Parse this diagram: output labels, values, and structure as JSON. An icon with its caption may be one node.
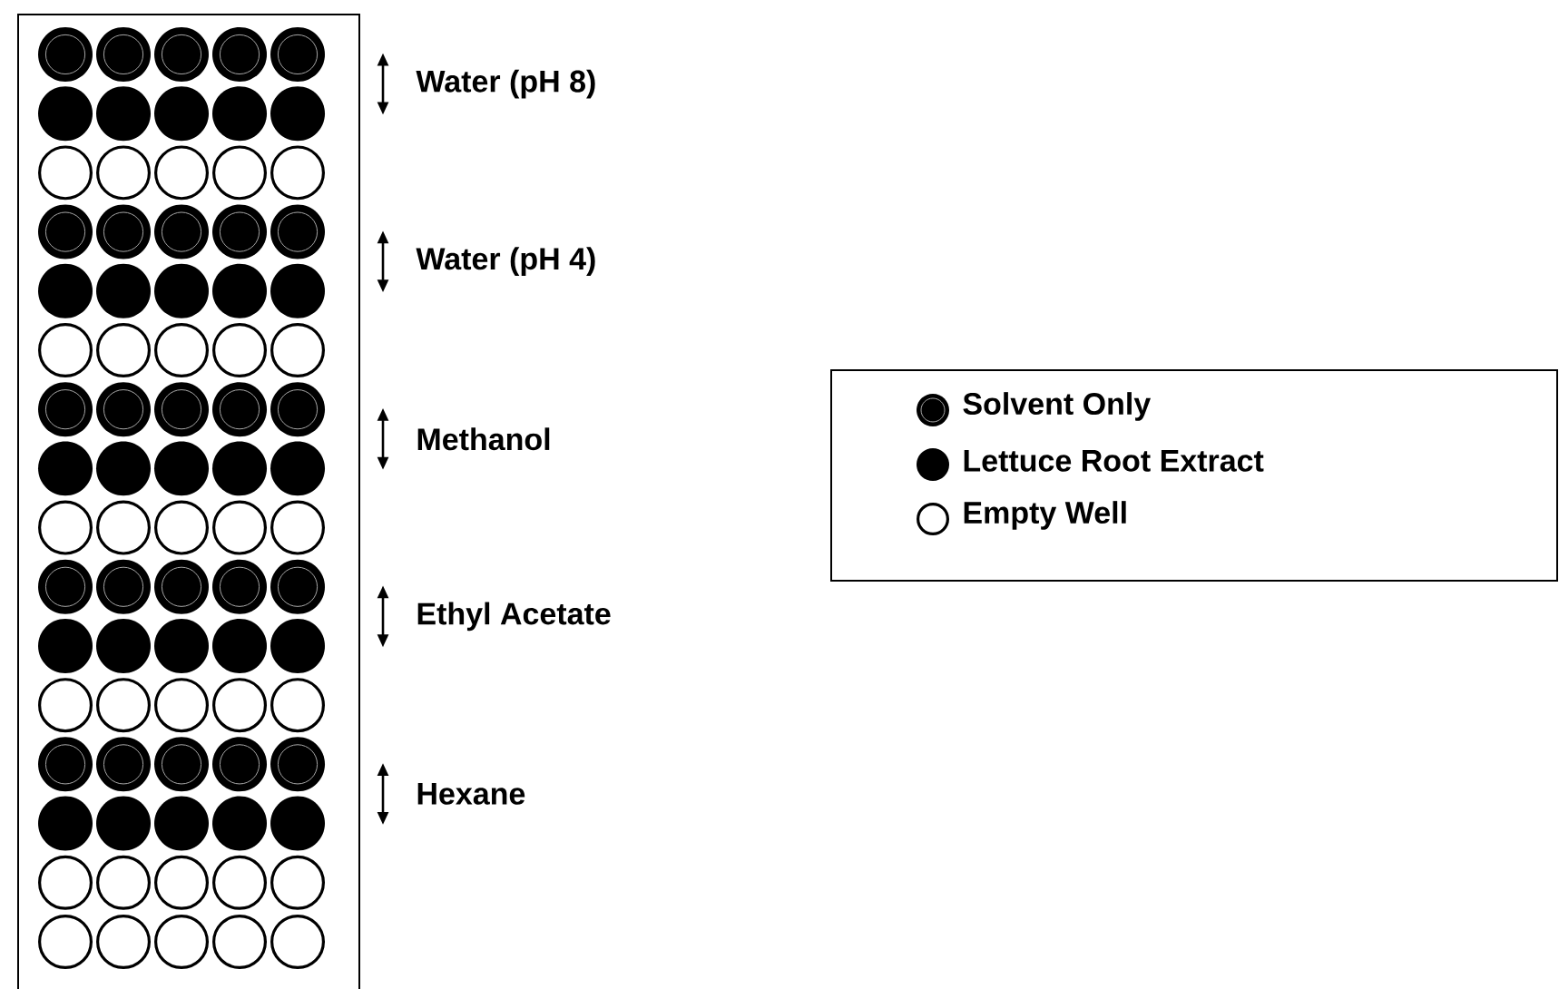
{
  "diagram": {
    "labels": [
      "Water (pH 8)",
      "Water (pH 4)",
      "Methanol",
      "Ethyl Acetate",
      "Hexane"
    ],
    "legend": [
      {
        "text": "Solvent Only"
      },
      {
        "text": "Lettuce Root Extract"
      },
      {
        "text": "Empty Well"
      }
    ]
  }
}
